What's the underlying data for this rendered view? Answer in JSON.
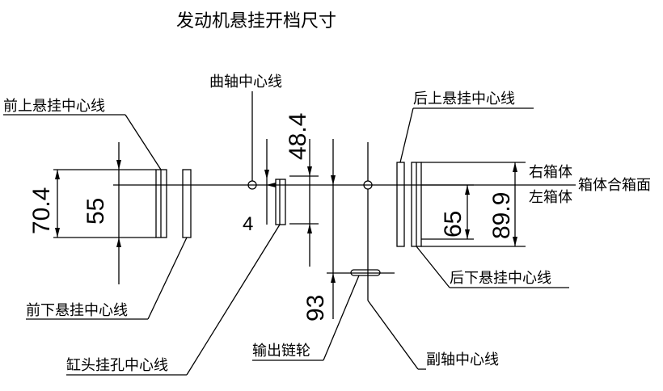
{
  "title": "发动机悬挂开档尺寸",
  "labels": {
    "front_upper": "前上悬挂中心线",
    "front_lower": "前下悬挂中心线",
    "cylinder_head": "缸头挂孔中心线",
    "crankshaft": "曲轴中心线",
    "output_sprocket": "输出链轮",
    "countershaft": "副轴中心线",
    "rear_upper": "后上悬挂中心线",
    "rear_lower": "后下悬挂中心线",
    "right_case": "右箱体",
    "left_case": "左箱体",
    "case_joint": "箱体合箱面"
  },
  "dimensions": {
    "front_outer": "70.4",
    "front_inner": "55",
    "cylinder_head": "4",
    "crank_offset": "48.4",
    "sprocket_offset": "93",
    "rear_inner": "65",
    "rear_outer": "89.9"
  },
  "colors": {
    "line": "#000000",
    "background": "#ffffff"
  }
}
